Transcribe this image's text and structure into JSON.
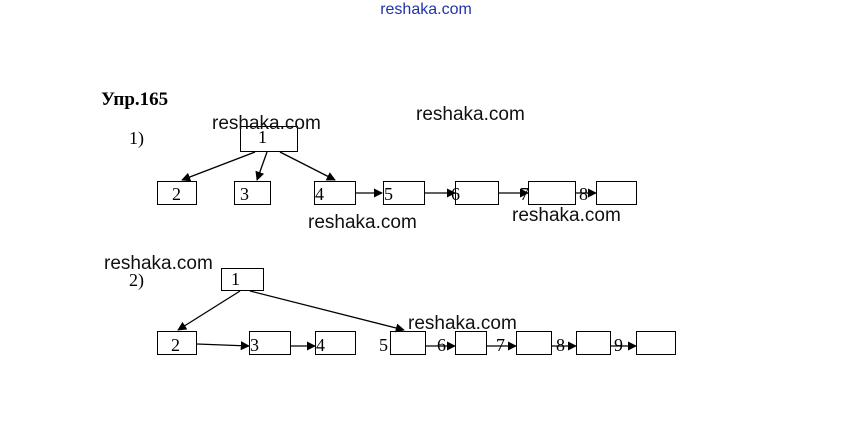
{
  "site": "reshaka.com",
  "exercise_title": "Упр.165",
  "part1": {
    "label": "1)",
    "nodes": [
      "1",
      "2",
      "3",
      "4",
      "5",
      "6",
      "7",
      "8",
      ""
    ]
  },
  "part2": {
    "label": "2)",
    "nodes": [
      "1",
      "2",
      "3",
      "4",
      "5",
      "6",
      "7",
      "8",
      "9",
      ""
    ]
  },
  "watermarks": [
    "reshaka.com",
    "reshaka.com",
    "reshaka.com",
    "reshaka.com",
    "reshaka.com",
    "reshaka.com"
  ]
}
